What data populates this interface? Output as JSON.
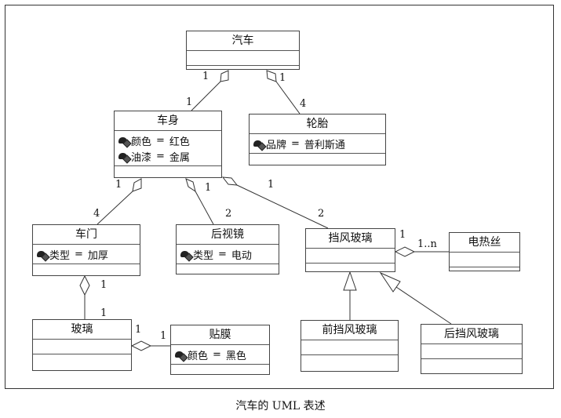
{
  "classes": {
    "car": {
      "name": "汽车",
      "attrs": []
    },
    "body": {
      "name": "车身",
      "attrs": [
        {
          "key": "颜色",
          "value": "红色"
        },
        {
          "key": "油漆",
          "value": "金属"
        }
      ]
    },
    "tire": {
      "name": "轮胎",
      "attrs": [
        {
          "key": "品牌",
          "value": "普利斯通"
        }
      ]
    },
    "door": {
      "name": "车门",
      "attrs": [
        {
          "key": "类型",
          "value": "加厚"
        }
      ]
    },
    "mirror": {
      "name": "后视镜",
      "attrs": [
        {
          "key": "类型",
          "value": "电动"
        }
      ]
    },
    "windshield": {
      "name": "挡风玻璃",
      "attrs": []
    },
    "heater": {
      "name": "电热丝",
      "attrs": []
    },
    "glass": {
      "name": "玻璃",
      "attrs": []
    },
    "film": {
      "name": "贴膜",
      "attrs": [
        {
          "key": "颜色",
          "value": "黑色"
        }
      ]
    },
    "front": {
      "name": "前挡风玻璃",
      "attrs": []
    },
    "rear": {
      "name": "后挡风玻璃",
      "attrs": []
    }
  },
  "attr_separator": "=",
  "multiplicities": {
    "car_body_whole": "1",
    "car_body_part": "1",
    "car_tire_whole": "1",
    "car_tire_part": "4",
    "body_door_whole": "1",
    "body_door_part": "4",
    "body_mirror_whole": "1",
    "body_mirror_part": "2",
    "body_windshield_whole": "1",
    "body_windshield_part": "2",
    "windshield_heater_whole": "1",
    "windshield_heater_part": "1..n",
    "door_glass_whole": "1",
    "door_glass_part": "1",
    "film_glass_whole": "1",
    "film_glass_part": "1"
  },
  "caption": "汽车的 UML 表述"
}
